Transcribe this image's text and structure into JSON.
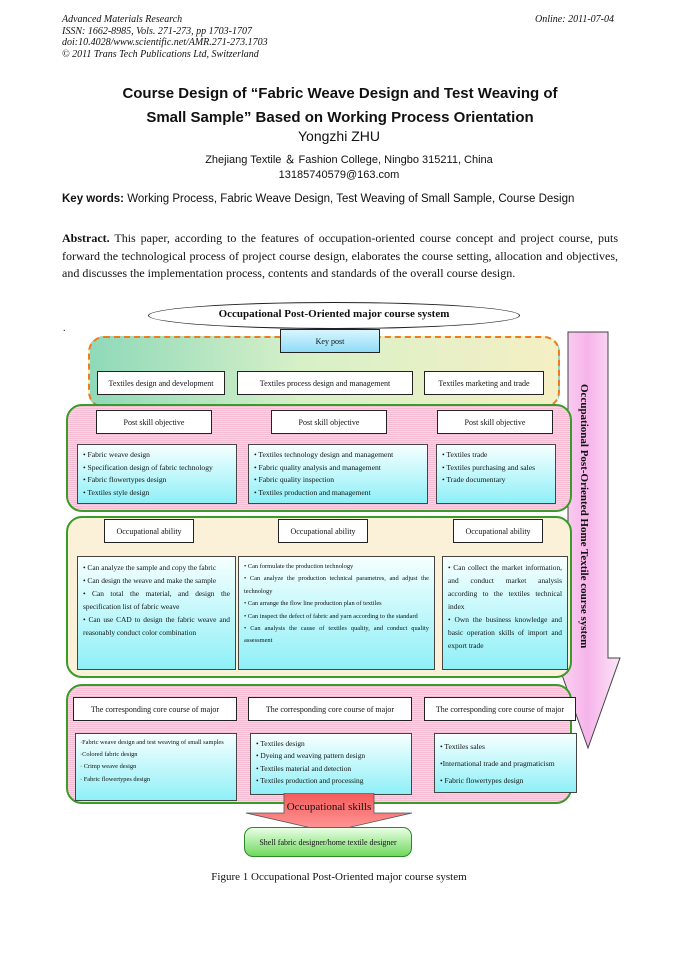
{
  "header": {
    "journal": "Advanced Materials Research",
    "issn": "ISSN: 1662-8985, Vols. 271-273, pp 1703-1707",
    "doi": "doi:10.4028/www.scientific.net/AMR.271-273.1703",
    "copyright": "© 2011 Trans Tech Publications Ltd, Switzerland",
    "online": "Online: 2011-07-04"
  },
  "paper": {
    "title_line1": "Course Design of “Fabric Weave Design and Test Weaving of",
    "title_line2": "Small Sample” Based on Working Process Orientation",
    "author": "Yongzhi ZHU",
    "affiliation": "Zhejiang Textile ＆ Fashion College, Ningbo 315211, China",
    "email": "13185740579@163.com",
    "keywords_label": "Key words:",
    "keywords": " Working Process, Fabric Weave Design, Test Weaving of Small Sample, Course Design",
    "abstract_label": "Abstract.",
    "abstract": " This paper, according to the features of occupation-oriented course concept and project course, puts forward the technological process of project course design, elaborates the course setting, allocation and objectives, and discusses the implementation process, contents and standards of the overall course design.",
    "dot": "."
  },
  "diagram": {
    "top_title": "Occupational Post-Oriented major course system",
    "key_post": "Key post",
    "posts": [
      "Textiles design and development",
      "Textiles process design and management",
      "Textiles marketing and trade"
    ],
    "skill_label": "Post skill objective",
    "skills": [
      [
        "• Fabric weave design",
        "• Specification design of fabric technology",
        "• Fabric flowertypes design",
        "• Textiles style design"
      ],
      [
        "• Textiles technology design and management",
        "• Fabric quality analysis and management",
        "• Fabric quality inspection",
        "• Textiles production and management"
      ],
      [
        "• Textiles trade",
        "• Textiles purchasing and sales",
        "• Trade documentary"
      ]
    ],
    "ability_label": "Occupational ability",
    "abilities": [
      [
        "• Can analyze the sample and copy the fabric",
        "• Can design the weave and make the sample",
        "• Can total the material, and design the specification list of fabric weave",
        "• Can use CAD to design the fabric weave and reasonably conduct color combination"
      ],
      [
        "• Can formulate the production technology",
        "• Can analyze the production technical parametres, and adjust the technology",
        "• Can arrange the flow line production plan of textiles",
        "• Can inspect the defect of fabric and yarn according to the standard",
        "• Can analysis the cause of textiles quality, and conduct quality assessment"
      ],
      [
        "• Can collect the market information, and conduct market analysis according to the textiles technical index",
        "• Own the business knowledge and basic operation skills of import and export trade"
      ]
    ],
    "course_labels": [
      "The corresponding core course of major",
      "The corresponding core course of major",
      "The corresponding core course of major"
    ],
    "courses": [
      [
        "·Fabric weave design and test weaving of small samples",
        "·Colored fabric design",
        "· Crimp weave design",
        "· Fabric flowertypes design"
      ],
      [
        "•  Textiles design",
        "•  Dyeing and weaving pattern design",
        "•  Textiles material and detection",
        "•  Textiles production and processing"
      ],
      [
        "• Textiles sales",
        "•International trade and pragmaticism",
        "•  Fabric flowertypes design"
      ]
    ],
    "occupational_skills": "Occupational skills",
    "result": "Shell fabric designer/home textile designer",
    "side_label": "Occupational Post-Oriented Home Textile course system",
    "caption": "Figure 1 Occupational Post-Oriented major course system"
  }
}
